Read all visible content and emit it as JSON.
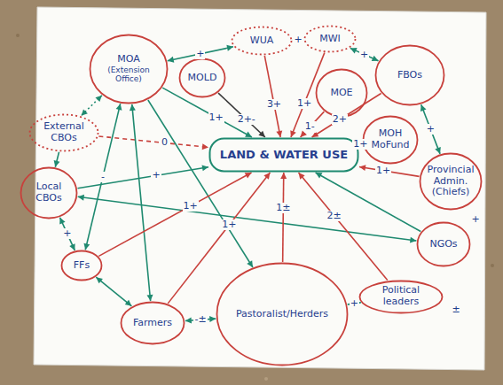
{
  "diagram": {
    "nodes": [
      {
        "text": [
          "MOA",
          "(Extension Office)"
        ]
      },
      {
        "text": [
          "MOLD"
        ]
      },
      {
        "text": [
          "WUA"
        ]
      },
      {
        "text": [
          "MWI"
        ]
      },
      {
        "text": [
          "MOE"
        ]
      },
      {
        "text": [
          "FBOs"
        ]
      },
      {
        "text": [
          "External CBOs"
        ]
      },
      {
        "text": [
          "Local CBOs"
        ]
      },
      {
        "text": [
          "LAND & WATER USE"
        ]
      },
      {
        "text": [
          "MOH",
          "MoFund"
        ]
      },
      {
        "text": [
          "Provincial Admin.",
          "(Chiefs)"
        ]
      },
      {
        "text": [
          "FFs"
        ]
      },
      {
        "text": [
          "Farmers"
        ]
      },
      {
        "text": [
          "Pastoralist/Herders"
        ]
      },
      {
        "text": [
          "Political leaders"
        ]
      },
      {
        "text": [
          "NGOs"
        ]
      }
    ],
    "edges": [
      {
        "from": 0,
        "to": 2,
        "arrow": "both",
        "label": "+"
      },
      {
        "from": 2,
        "to": 3,
        "arrow": "both",
        "label": "+"
      },
      {
        "from": 3,
        "to": 5,
        "arrow": "both",
        "label": "+"
      },
      {
        "from": 0,
        "to": 6,
        "arrow": "both"
      },
      {
        "from": 6,
        "to": 7,
        "arrow": "to"
      },
      {
        "from": 1,
        "to": 8,
        "arrow": "to",
        "label": "2+-"
      },
      {
        "from": 2,
        "to": 8,
        "arrow": "to",
        "label": "3+"
      },
      {
        "from": 3,
        "to": 8,
        "arrow": "to",
        "label": "1+"
      },
      {
        "from": 4,
        "to": 8,
        "arrow": "to",
        "label": "1-"
      },
      {
        "from": 5,
        "to": 8,
        "arrow": "to",
        "label": "2+"
      },
      {
        "from": 9,
        "to": 8,
        "arrow": "to",
        "label": "1+"
      },
      {
        "from": 10,
        "to": 8,
        "arrow": "to",
        "label": "1+"
      },
      {
        "from": 10,
        "to": 5,
        "arrow": "both",
        "label": "+"
      },
      {
        "from": 15,
        "to": 8,
        "arrow": "to"
      },
      {
        "from": 6,
        "to": 8,
        "arrow": "to",
        "label": "0"
      },
      {
        "from": 7,
        "to": 8,
        "arrow": "to",
        "label": "+"
      },
      {
        "from": 0,
        "to": 8,
        "arrow": "to",
        "label": "1+"
      },
      {
        "from": 7,
        "to": 15,
        "arrow": "both"
      },
      {
        "from": 0,
        "to": 11,
        "arrow": "both",
        "label": "-"
      },
      {
        "from": 0,
        "to": 12,
        "arrow": "both"
      },
      {
        "from": 0,
        "to": 13,
        "arrow": "to"
      },
      {
        "from": 7,
        "to": 11,
        "arrow": "both",
        "label": "+"
      },
      {
        "from": 11,
        "to": 12,
        "arrow": "both"
      },
      {
        "from": 11,
        "to": 8,
        "arrow": "to",
        "label": "1+"
      },
      {
        "from": 12,
        "to": 8,
        "arrow": "to",
        "label": "1+"
      },
      {
        "from": 12,
        "to": 13,
        "arrow": "both",
        "label": "-±"
      },
      {
        "from": 13,
        "to": 8,
        "arrow": "to",
        "label": "1±"
      },
      {
        "from": 14,
        "to": 8,
        "arrow": "to",
        "label": "2±"
      },
      {
        "from": 14,
        "to": 13,
        "arrow": "both",
        "label": "+"
      }
    ],
    "labels": [
      "+",
      "±"
    ]
  }
}
